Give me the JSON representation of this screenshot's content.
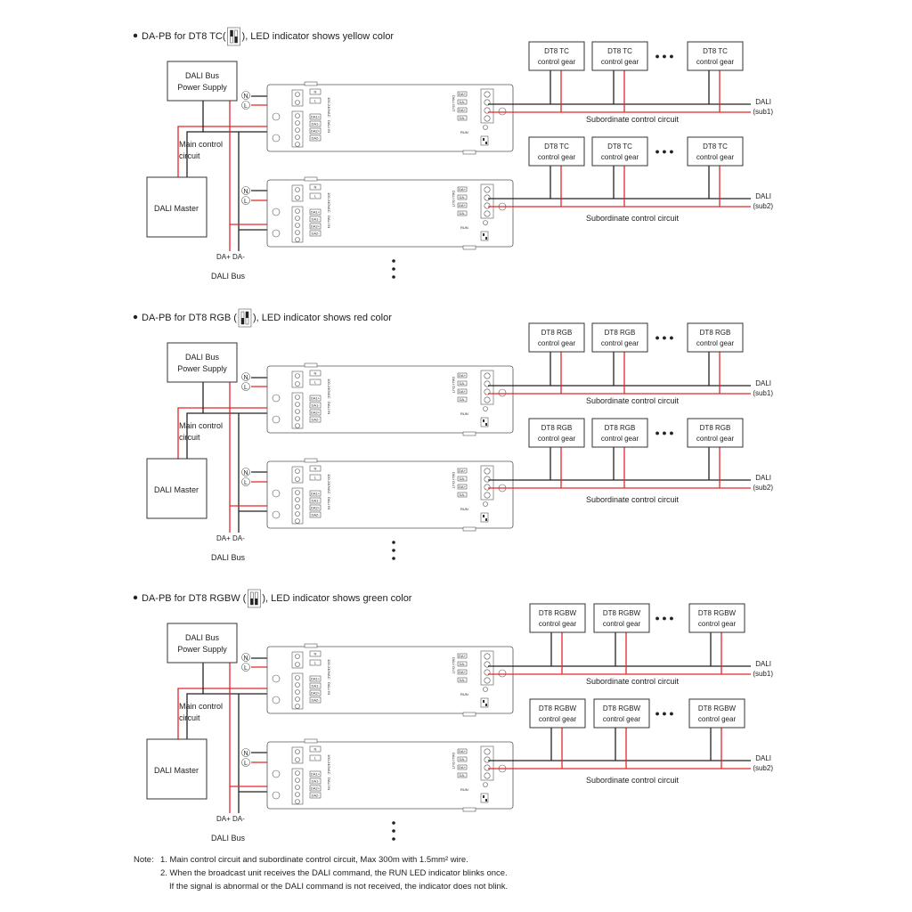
{
  "sections": [
    {
      "heading_before": "DA-PB for DT8 TC(",
      "heading_after": "), LED indicator shows yellow color",
      "gear_name": "DT8 TC",
      "gear_sub": "control gear",
      "dip": [
        "up",
        "down"
      ]
    },
    {
      "heading_before": "DA-PB for DT8 RGB (",
      "heading_after": "), LED indicator shows red color",
      "gear_name": "DT8 RGB",
      "gear_sub": "control gear",
      "dip": [
        "down",
        "up"
      ]
    },
    {
      "heading_before": "DA-PB for DT8 RGBW (",
      "heading_after": "), LED indicator shows green color",
      "gear_name": "DT8 RGBW",
      "gear_sub": "control gear",
      "dip": [
        "down",
        "down"
      ]
    }
  ],
  "labels": {
    "power_supply_line1": "DALI Bus",
    "power_supply_line2": "Power Supply",
    "master": "DALI Master",
    "main_circuit_line1": "Main control",
    "main_circuit_line2": "circuit",
    "terminal_n": "N",
    "terminal_l": "L",
    "bus_terminals": "DA+  DA-",
    "bus": "DALI Bus",
    "dali": "DALI",
    "sub1": "(sub1)",
    "sub2": "(sub2)",
    "subordinate": "Subordinate control circuit",
    "ellipsis": "● ● ●",
    "dip_on": "ON",
    "run": "RUN",
    "pin_n": "N",
    "pin_l": "L",
    "pin_da1p": "DA1+",
    "pin_da1m": "DA1-",
    "pin_da2p": "DA2+",
    "pin_da2m": "DA2-",
    "pin_dap": "DA+",
    "pin_dam": "DA-",
    "pin_out": "DALI OUT",
    "pin_in": "DALI IN",
    "pin_power": "100-240VAC"
  },
  "note": {
    "label": "Note:",
    "line1": "1.  Main control circuit and subordinate control circuit, Max 300m with 1.5mm² wire.",
    "line2": "2. When the broadcast unit receives the DALI command, the RUN LED indicator blinks once.",
    "line3": "If the signal is abnormal or the DALI command is not received, the indicator does not blink."
  },
  "colors": {
    "red_wire": "#e3262b",
    "black_wire": "#222222"
  }
}
